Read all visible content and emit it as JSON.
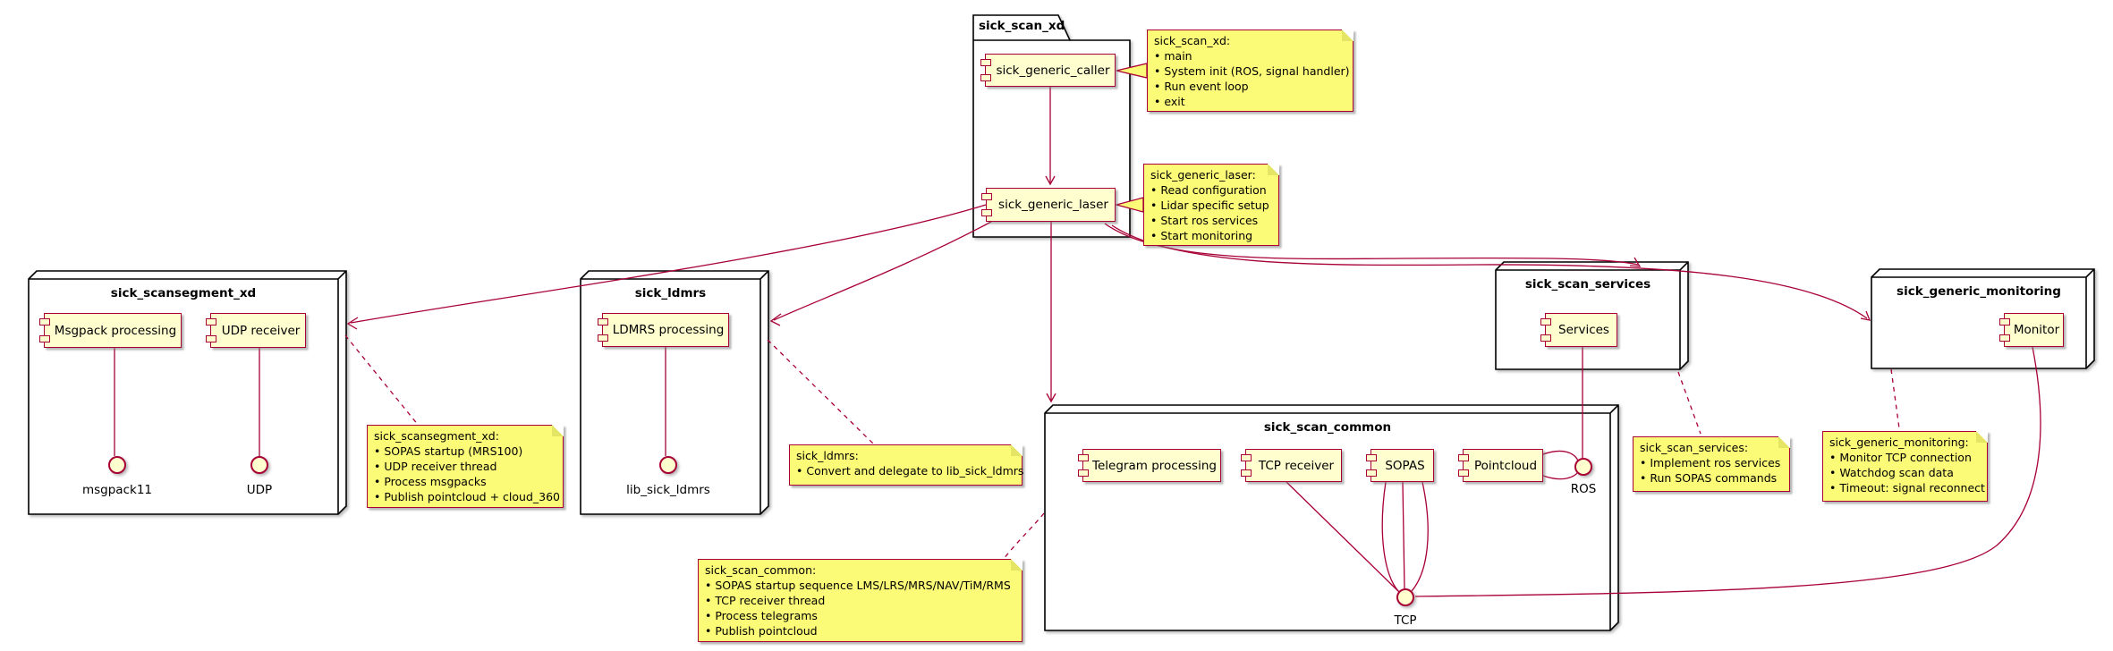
{
  "diagram_type": "component-diagram",
  "colors": {
    "line_accent": "#A80036",
    "component_fill": "#FEFECE",
    "note_fill": "#FBFB77",
    "package_border": "#000000",
    "background": "#ffffff"
  },
  "packages": {
    "sick_scan_xd": {
      "title": "sick_scan_xd"
    },
    "sick_scansegment_xd": {
      "title": "sick_scansegment_xd"
    },
    "sick_ldmrs": {
      "title": "sick_ldmrs"
    },
    "sick_scan_common": {
      "title": "sick_scan_common"
    },
    "sick_scan_services": {
      "title": "sick_scan_services"
    },
    "sick_generic_monitoring": {
      "title": "sick_generic_monitoring"
    }
  },
  "components": {
    "sick_generic_caller": "sick_generic_caller",
    "sick_generic_laser": "sick_generic_laser",
    "msgpack_processing": "Msgpack processing",
    "udp_receiver": "UDP receiver",
    "ldmrs_processing": "LDMRS processing",
    "telegram_processing": "Telegram processing",
    "tcp_receiver": "TCP receiver",
    "sopas": "SOPAS",
    "pointcloud": "Pointcloud",
    "services": "Services",
    "monitor": "Monitor"
  },
  "interfaces": {
    "msgpack11": "msgpack11",
    "udp": "UDP",
    "lib_sick_ldmrs": "lib_sick_ldmrs",
    "ros": "ROS",
    "tcp": "TCP"
  },
  "notes": {
    "sick_scan_xd": {
      "title": "sick_scan_xd:",
      "bullets": [
        "main",
        "System init (ROS, signal handler)",
        "Run event loop",
        "exit"
      ]
    },
    "sick_generic_laser": {
      "title": "sick_generic_laser:",
      "bullets": [
        "Read configuration",
        "Lidar specific setup",
        "Start ros services",
        "Start monitoring"
      ]
    },
    "sick_scansegment_xd": {
      "title": "sick_scansegment_xd:",
      "bullets": [
        "SOPAS startup (MRS100)",
        "UDP receiver thread",
        "Process msgpacks",
        "Publish pointcloud + cloud_360"
      ]
    },
    "sick_ldmrs": {
      "title": "sick_ldmrs:",
      "bullets": [
        "Convert and delegate to lib_sick_ldmrs"
      ]
    },
    "sick_scan_common": {
      "title": "sick_scan_common:",
      "bullets": [
        "SOPAS startup sequence LMS/LRS/MRS/NAV/TiM/RMS",
        "TCP receiver thread",
        "Process telegrams",
        "Publish pointcloud"
      ]
    },
    "sick_scan_services": {
      "title": "sick_scan_services:",
      "bullets": [
        "Implement ros services",
        "Run SOPAS commands"
      ]
    },
    "sick_generic_monitoring": {
      "title": "sick_generic_monitoring:",
      "bullets": [
        "Monitor TCP connection",
        "Watchdog scan data",
        "Timeout: signal reconnect"
      ]
    }
  }
}
